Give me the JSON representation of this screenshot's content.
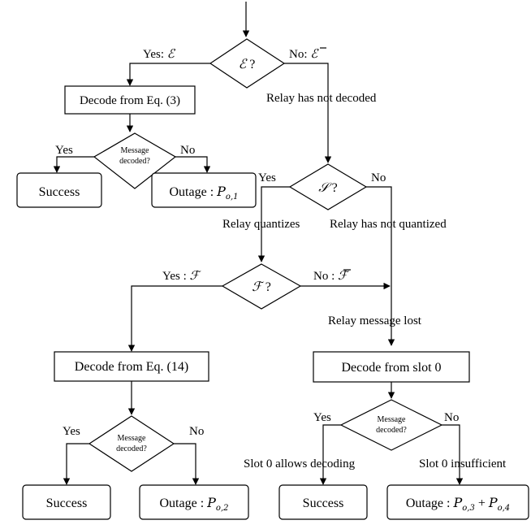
{
  "decisions": {
    "E": {
      "symbol": "ℰ",
      "q": "?",
      "yes": "Yes: ",
      "no": "No: "
    },
    "S": {
      "symbol": "𝒮",
      "q": "?",
      "yes": "Yes",
      "no": "No"
    },
    "F": {
      "symbol": "ℱ",
      "q": "?",
      "yes": "Yes : ",
      "no": "No : "
    }
  },
  "edge_labels": {
    "relay_not_decoded": "Relay has not decoded",
    "relay_quantizes": "Relay quantizes",
    "relay_not_quantized": "Relay has not quantized",
    "relay_message_lost": "Relay message lost",
    "slot0_allows": "Slot 0 allows decoding",
    "slot0_insufficient": "Slot 0 insufficient"
  },
  "boxes": {
    "decode_eq3": "Decode from Eq. (3)",
    "decode_eq14": "Decode from Eq. (14)",
    "decode_slot0": "Decode from slot 0",
    "success": "Success",
    "outage_prefix": "Outage : ",
    "outage1": {
      "sym": "P",
      "sub": "o,1"
    },
    "outage2": {
      "sym": "P",
      "sub": "o,2"
    },
    "outage3": {
      "sym": "P",
      "sub": "o,3"
    },
    "outage4": {
      "sym": "P",
      "sub": "o,4"
    },
    "plus": " + "
  },
  "check": {
    "line1": "Message",
    "line2": "decoded?",
    "yes": "Yes",
    "no": "No"
  }
}
